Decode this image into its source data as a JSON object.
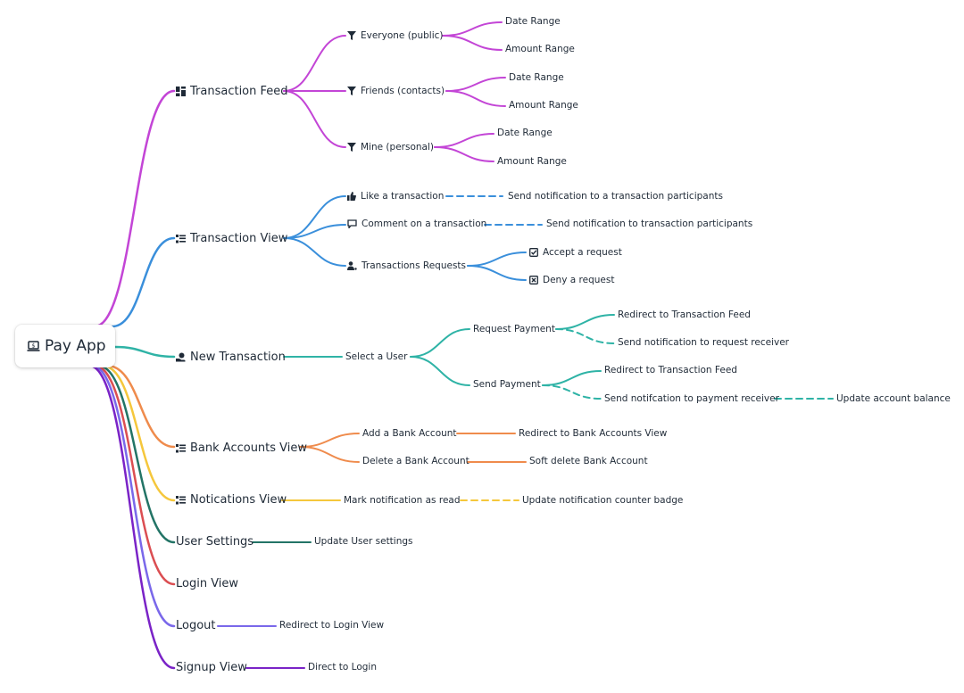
{
  "root": {
    "title": "Pay App",
    "icon": "money-laptop-icon"
  },
  "colors": {
    "feed": "#c345d6",
    "view": "#3a8fdb",
    "newtx": "#2fb3a6",
    "bank": "#ef8b4c",
    "notif": "#f5c73c",
    "settings": "#237466",
    "login": "#db4e52",
    "logout": "#7a68ea",
    "signup": "#7a23c7"
  },
  "branches": {
    "feed": {
      "label": "Transaction Feed",
      "icon": "dashboard-icon",
      "filters": [
        {
          "label": "Everyone (public)",
          "icon": "filter-icon",
          "children": [
            "Date Range",
            "Amount Range"
          ]
        },
        {
          "label": "Friends (contacts)",
          "icon": "filter-icon",
          "children": [
            "Date Range",
            "Amount Range"
          ]
        },
        {
          "label": "Mine (personal)",
          "icon": "filter-icon",
          "children": [
            "Date Range",
            "Amount Range"
          ]
        }
      ]
    },
    "view": {
      "label": "Transaction View",
      "icon": "list-icon",
      "like": "Like a transaction",
      "like_note": "Send notification to a transaction participants",
      "comment": "Comment on a transaction",
      "comment_note": "Send notification to transaction participants",
      "requests": "Transactions Requests",
      "accept": "Accept a request",
      "deny": "Deny a request"
    },
    "newtx": {
      "label": "New Transaction",
      "icon": "hand-coin-icon",
      "select_user": "Select a User",
      "request_payment": "Request Payment",
      "rp_redirect": "Redirect to Transaction Feed",
      "rp_notify": "Send notification to request receiver",
      "send_payment": "Send Payment",
      "sp_redirect": "Redirect to Transaction Feed",
      "sp_notify": "Send notifcation to payment receiver",
      "sp_update": "Update account balance"
    },
    "bank": {
      "label": "Bank Accounts View",
      "icon": "list-icon",
      "add": "Add a Bank Account",
      "add_result": "Redirect to Bank Accounts View",
      "delete": "Delete a Bank Account",
      "delete_result": "Soft delete Bank Account"
    },
    "notif": {
      "label": "Notications View",
      "icon": "list-icon",
      "mark": "Mark notification as read",
      "mark_note": "Update notification counter badge"
    },
    "settings": {
      "label": "User Settings",
      "child": "Update User settings"
    },
    "login": {
      "label": "Login View"
    },
    "logout": {
      "label": "Logout",
      "child": "Redirect to Login View"
    },
    "signup": {
      "label": "Signup View",
      "child": "Direct to Login"
    }
  }
}
